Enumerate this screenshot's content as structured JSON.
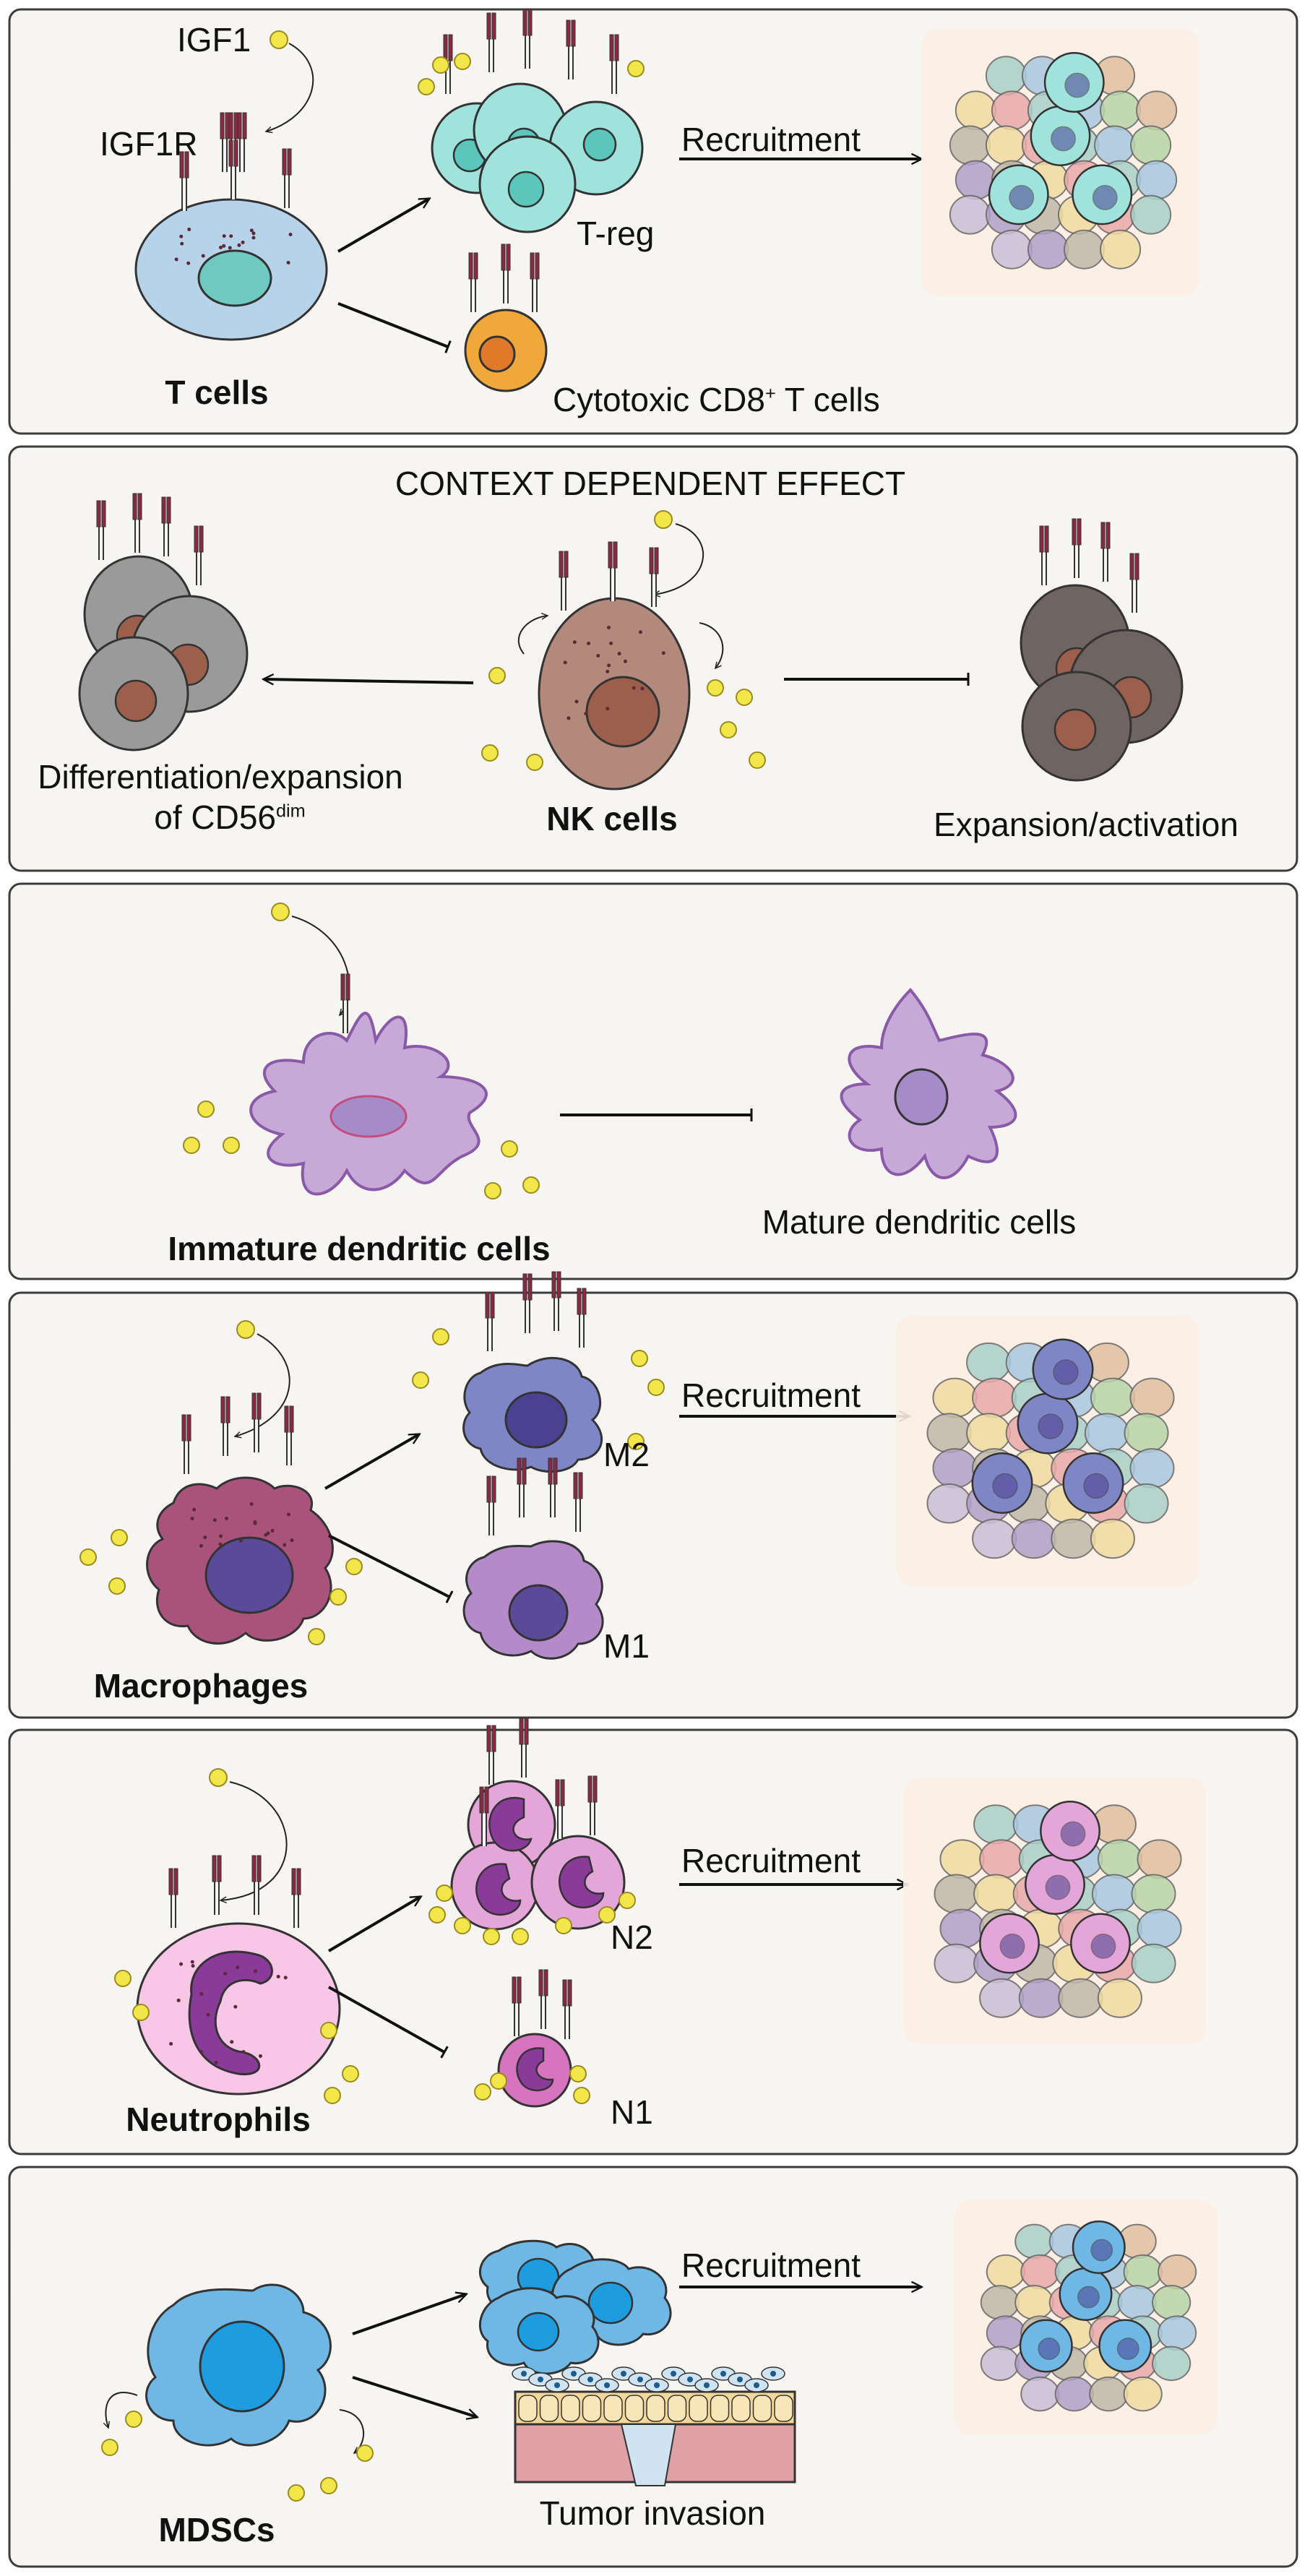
{
  "colors": {
    "panel_fill": "#f7f5f2",
    "panel_border": "#3c3c3c",
    "ligand": "#f2e64a",
    "receptor": "#8a2a40",
    "t_cell": "#b7d3ea",
    "treg": "#9fe3dc",
    "cd8": "#f0a83a",
    "nk": "#b2897a",
    "nk_dark": "#6f6461",
    "nk_grey": "#9a9a9a",
    "dc": "#c7a9d8",
    "dc_mature": "#c7a9d8",
    "m2": "#7f86c6",
    "macrophage": "#a8527c",
    "m1": "#b58ac9",
    "neutrophil": "#f8c6e6",
    "n2": "#e4a6d8",
    "n1": "#d774c0",
    "mdsc": "#6fb8e6",
    "tissue_bg": "#fbeee4"
  },
  "panels": [
    {
      "id": "t-cells",
      "labels": {
        "ligand": "IGF1",
        "receptor": "IGF1R",
        "cell": "T cells",
        "up": "T-reg",
        "down_pre": "Cytotoxic CD8",
        "down_sup": "+",
        "down_post": " T cells",
        "arrow": "Recruitment"
      }
    },
    {
      "id": "nk-cells",
      "labels": {
        "header": "CONTEXT DEPENDENT EFFECT",
        "cell": "NK cells",
        "left_1": "Differentiation/expansion",
        "left_2_pre": "of CD56",
        "left_2_sup": "dim",
        "right": "Expansion/activation"
      }
    },
    {
      "id": "dendritic",
      "labels": {
        "cell": "Immature dendritic cells",
        "target": "Mature dendritic cells"
      }
    },
    {
      "id": "macrophages",
      "labels": {
        "cell": "Macrophages",
        "up": "M2",
        "down": "M1",
        "arrow": "Recruitment"
      }
    },
    {
      "id": "neutrophils",
      "labels": {
        "cell": "Neutrophils",
        "up": "N2",
        "down": "N1",
        "arrow": "Recruitment"
      }
    },
    {
      "id": "mdscs",
      "labels": {
        "cell": "MDSCs",
        "arrow": "Recruitment",
        "down": "Tumor invasion"
      }
    }
  ]
}
